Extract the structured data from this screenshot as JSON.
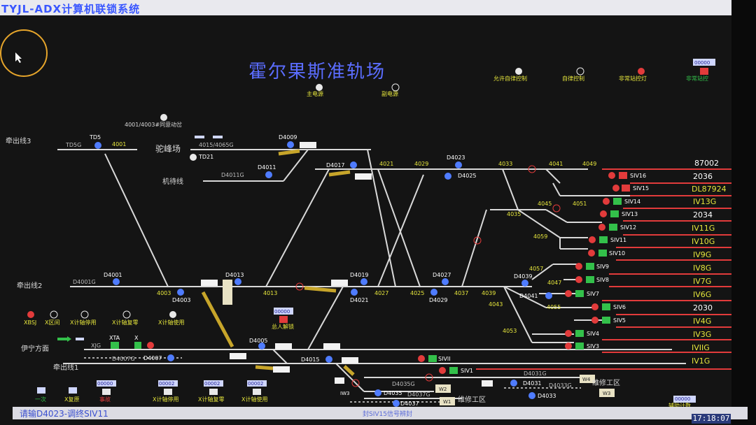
{
  "window": {
    "title": "TYJL-ADX计算机联锁系统"
  },
  "station": {
    "title": "霍尔果斯准轨场"
  },
  "status_bar": {
    "left": "请输D4023-调终SIV11",
    "middle": "封SIV15信号辨封",
    "clock": "17:18:07"
  },
  "indicators": {
    "main_power": "主电源",
    "aux_power": "副电源",
    "allow_auto": "允许自律控制",
    "auto_ctrl": "自律控制",
    "emergency": "非常站控灯",
    "emergency_counter": "00000",
    "emergency_btn": "非常站控",
    "route_note": "4001/4003#同意动岔",
    "bsj": "XBSJ",
    "xqj": "X区间",
    "x_stop": "X计轴停用",
    "x_reset": "X计轴复零",
    "x_use": "X计轴使用",
    "main_counter": "00000",
    "main_btn": "总人解锁"
  },
  "bottom_controls": [
    {
      "counter": "",
      "label": "一次"
    },
    {
      "counter": "",
      "label": "X复原"
    },
    {
      "counter": "00000",
      "label": "事故"
    },
    {
      "counter": "00002",
      "label": "X计轴停用"
    },
    {
      "counter": "00002",
      "label": "X计轴复零"
    },
    {
      "counter": "00002",
      "label": "X计轴使用"
    }
  ],
  "aux_counter": {
    "value": "00000",
    "label": "辅助计数"
  },
  "line_labels": [
    {
      "id": "l1",
      "text": "牵出线3"
    },
    {
      "id": "l2",
      "text": "驼峰场"
    },
    {
      "id": "l3",
      "text": "机待线"
    },
    {
      "id": "l4",
      "text": "牵出线2"
    },
    {
      "id": "l5",
      "text": "伊宁方面"
    },
    {
      "id": "l6",
      "text": "牵出线1"
    },
    {
      "id": "l7",
      "text": "维修工区"
    },
    {
      "id": "l8",
      "text": "维修工区"
    }
  ],
  "signals": [
    {
      "id": "s1",
      "text": "TD5"
    },
    {
      "id": "s2",
      "text": "D4009"
    },
    {
      "id": "s3",
      "text": "TD21"
    },
    {
      "id": "s4",
      "text": "D4011"
    },
    {
      "id": "s5",
      "text": "D4017"
    },
    {
      "id": "s6",
      "text": "D4023"
    },
    {
      "id": "s7",
      "text": "D4025"
    },
    {
      "id": "s8",
      "text": "D4001"
    },
    {
      "id": "s9",
      "text": "D4013"
    },
    {
      "id": "s10",
      "text": "D4003"
    },
    {
      "id": "s11",
      "text": "D4019"
    },
    {
      "id": "s12",
      "text": "D4021"
    },
    {
      "id": "s13",
      "text": "D4027"
    },
    {
      "id": "s14",
      "text": "D4029"
    },
    {
      "id": "s15",
      "text": "D4039"
    },
    {
      "id": "s16",
      "text": "D4041"
    },
    {
      "id": "s17",
      "text": "XTA"
    },
    {
      "id": "s18",
      "text": "X"
    },
    {
      "id": "s19",
      "text": "D4005"
    },
    {
      "id": "s20",
      "text": "D4007"
    },
    {
      "id": "s21",
      "text": "D4015"
    },
    {
      "id": "s22",
      "text": "D4035"
    },
    {
      "id": "s23",
      "text": "D4037"
    },
    {
      "id": "s24",
      "text": "D4031"
    },
    {
      "id": "s25",
      "text": "D4033"
    },
    {
      "id": "s26",
      "text": "SIV16"
    },
    {
      "id": "s27",
      "text": "SIV15"
    },
    {
      "id": "s28",
      "text": "SIV14"
    },
    {
      "id": "s29",
      "text": "SIV13"
    },
    {
      "id": "s30",
      "text": "SIV12"
    },
    {
      "id": "s31",
      "text": "SIV11"
    },
    {
      "id": "s32",
      "text": "SIV10"
    },
    {
      "id": "s33",
      "text": "SIV9"
    },
    {
      "id": "s34",
      "text": "SIV8"
    },
    {
      "id": "s35",
      "text": "SIV7"
    },
    {
      "id": "s36",
      "text": "SIV6"
    },
    {
      "id": "s37",
      "text": "SIV5"
    },
    {
      "id": "s38",
      "text": "SIV4"
    },
    {
      "id": "s39",
      "text": "SIV3"
    },
    {
      "id": "s40",
      "text": "SIVII"
    },
    {
      "id": "s41",
      "text": "SIV1"
    }
  ],
  "sections": [
    {
      "id": "t1",
      "text": "TD5G"
    },
    {
      "id": "t2",
      "text": "4015/4065G"
    },
    {
      "id": "t3",
      "text": "D4011G"
    },
    {
      "id": "t4",
      "text": "D4001G"
    },
    {
      "id": "t5",
      "text": "XJG"
    },
    {
      "id": "t6",
      "text": "D4007G"
    },
    {
      "id": "t7",
      "text": "D4035G"
    },
    {
      "id": "t8",
      "text": "D4037G"
    },
    {
      "id": "t9",
      "text": "D4031G"
    },
    {
      "id": "t10",
      "text": "D4033G"
    }
  ],
  "switches": [
    {
      "id": "w1",
      "text": "4001"
    },
    {
      "id": "w2",
      "text": "4021"
    },
    {
      "id": "w3",
      "text": "4029"
    },
    {
      "id": "w4",
      "text": "4033"
    },
    {
      "id": "w5",
      "text": "4041"
    },
    {
      "id": "w6",
      "text": "4049"
    },
    {
      "id": "w7",
      "text": "4045"
    },
    {
      "id": "w8",
      "text": "4051"
    },
    {
      "id": "w9",
      "text": "4035"
    },
    {
      "id": "w10",
      "text": "4059"
    },
    {
      "id": "w11",
      "text": "4057"
    },
    {
      "id": "w12",
      "text": "4047"
    },
    {
      "id": "w13",
      "text": "4055"
    },
    {
      "id": "w14",
      "text": "4003"
    },
    {
      "id": "w15",
      "text": "4013"
    },
    {
      "id": "w16",
      "text": "4027"
    },
    {
      "id": "w17",
      "text": "4025"
    },
    {
      "id": "w18",
      "text": "4037"
    },
    {
      "id": "w19",
      "text": "4039"
    },
    {
      "id": "w20",
      "text": "4043"
    },
    {
      "id": "w21",
      "text": "4053"
    }
  ],
  "tracks": [
    {
      "id": "r1",
      "text": "87002"
    },
    {
      "id": "r2",
      "text": "2036"
    },
    {
      "id": "r3",
      "text": "DL87924"
    },
    {
      "id": "r4",
      "text": "IV13G"
    },
    {
      "id": "r5",
      "text": "2034"
    },
    {
      "id": "r6",
      "text": "IV11G"
    },
    {
      "id": "r7",
      "text": "IV10G"
    },
    {
      "id": "r8",
      "text": "IV9G"
    },
    {
      "id": "r9",
      "text": "IV8G"
    },
    {
      "id": "r10",
      "text": "IV7G"
    },
    {
      "id": "r11",
      "text": "IV6G"
    },
    {
      "id": "r12",
      "text": "2030"
    },
    {
      "id": "r13",
      "text": "IV4G"
    },
    {
      "id": "r14",
      "text": "IV3G"
    },
    {
      "id": "r15",
      "text": "IVIIG"
    },
    {
      "id": "r16",
      "text": "IV1G"
    }
  ],
  "small_labels": [
    {
      "id": "m1",
      "text": "W4"
    },
    {
      "id": "m2",
      "text": "W2"
    },
    {
      "id": "m3",
      "text": "W1"
    },
    {
      "id": "m4",
      "text": "W3"
    },
    {
      "id": "m5",
      "text": "IW3"
    }
  ],
  "colors": {
    "track": "#d9d9d9",
    "occupied": "#e23b3b",
    "signal_blue": "#4f7cff",
    "text_yellow": "#e6e63c",
    "text_white": "#ffffff",
    "title": "#5b6dff"
  },
  "icons": {
    "cursor": "pointer-cursor-icon",
    "signal": "signal-lamp-icon"
  }
}
